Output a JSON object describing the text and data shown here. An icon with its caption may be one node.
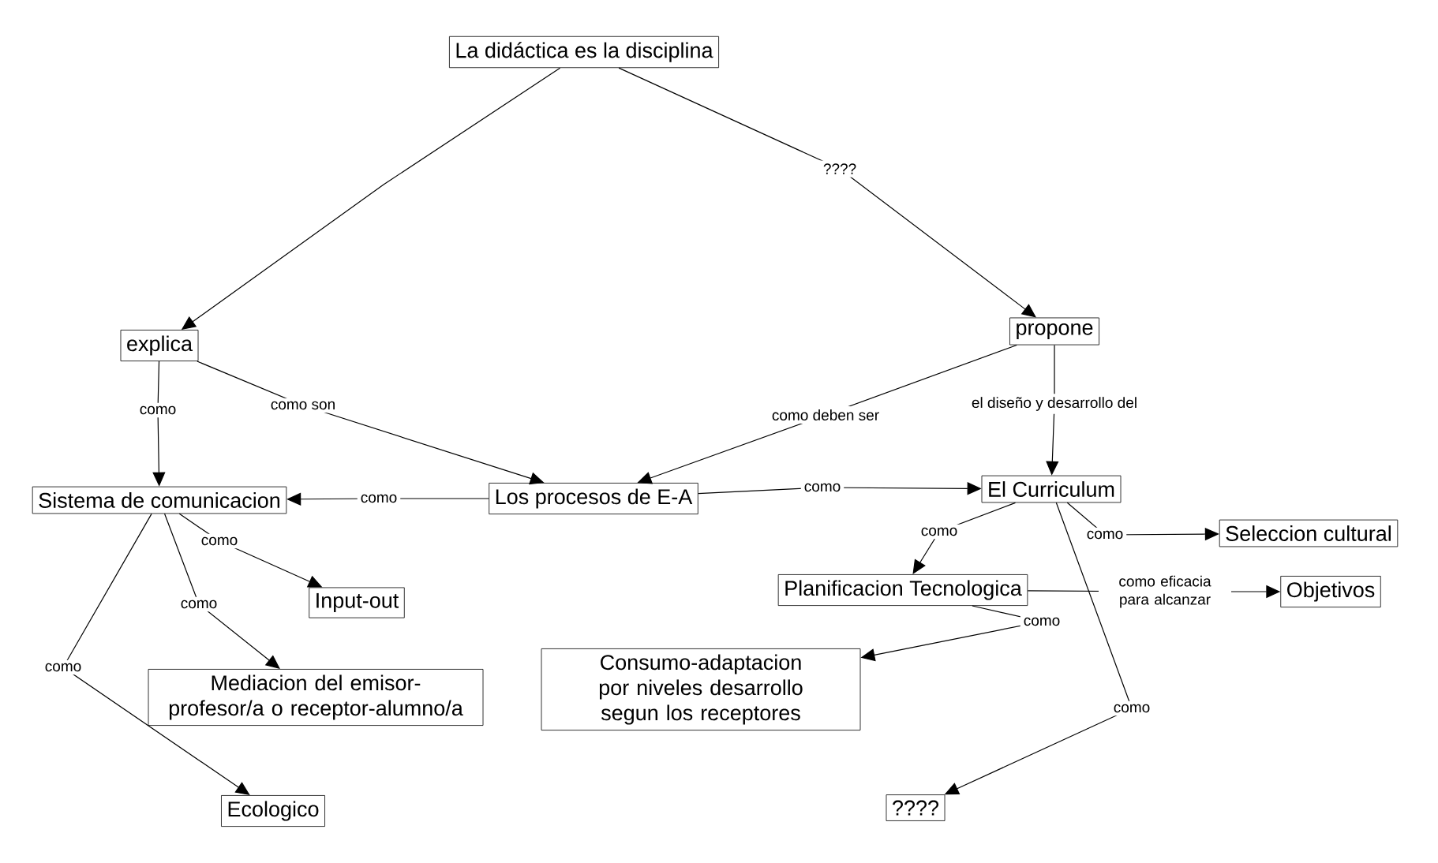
{
  "diagram": {
    "nodes": [
      {
        "text": [
          "La didáctica es la disciplina"
        ]
      },
      {
        "text": [
          "explica"
        ]
      },
      {
        "text": [
          "propone"
        ]
      },
      {
        "text": [
          "Sistema de comunicacion"
        ]
      },
      {
        "text": [
          "Los procesos de E-A"
        ]
      },
      {
        "text": [
          "El Curriculum"
        ]
      },
      {
        "text": [
          "Seleccion cultural"
        ]
      },
      {
        "text": [
          "Input-out"
        ]
      },
      {
        "text": [
          "Planificacion Tecnologica"
        ]
      },
      {
        "text": [
          "Objetivos"
        ]
      },
      {
        "text": [
          "Mediacion del emisor-profesor/a o receptor-alumno/a"
        ]
      },
      {
        "text": [
          "Consumo-adaptacion por niveles desarrollo segun los receptores"
        ]
      },
      {
        "text": [
          "Ecologico"
        ]
      },
      {
        "text": [
          "????"
        ]
      }
    ],
    "edges": [
      {
        "from": 0,
        "to": 1,
        "arrow": "to"
      },
      {
        "from": 0,
        "to": 2,
        "arrow": "to",
        "label": "????"
      },
      {
        "from": 1,
        "to": 3,
        "arrow": "to",
        "label": "como"
      },
      {
        "from": 1,
        "to": 4,
        "arrow": "to",
        "label": "como son"
      },
      {
        "from": 2,
        "to": 4,
        "arrow": "to",
        "label": "como deben ser"
      },
      {
        "from": 2,
        "to": 5,
        "arrow": "to",
        "label": "el diseño y desarrollo del"
      },
      {
        "from": 4,
        "to": 3,
        "arrow": "to",
        "label": "como"
      },
      {
        "from": 4,
        "to": 5,
        "arrow": "to",
        "label": "como"
      },
      {
        "from": 5,
        "to": 6,
        "arrow": "to",
        "label": "como"
      },
      {
        "from": 5,
        "to": 8,
        "arrow": "to",
        "label": "como"
      },
      {
        "from": 5,
        "to": 13,
        "arrow": "to",
        "label": "como"
      },
      {
        "from": 8,
        "to": 9,
        "arrow": "to",
        "label": "como eficacia para alcanzar"
      },
      {
        "from": 8,
        "to": 11,
        "arrow": "to",
        "label": "como"
      },
      {
        "from": 3,
        "to": 7,
        "arrow": "to",
        "label": "como"
      },
      {
        "from": 3,
        "to": 10,
        "arrow": "to",
        "label": "como"
      },
      {
        "from": 3,
        "to": 12,
        "arrow": "to",
        "label": "como"
      }
    ]
  }
}
